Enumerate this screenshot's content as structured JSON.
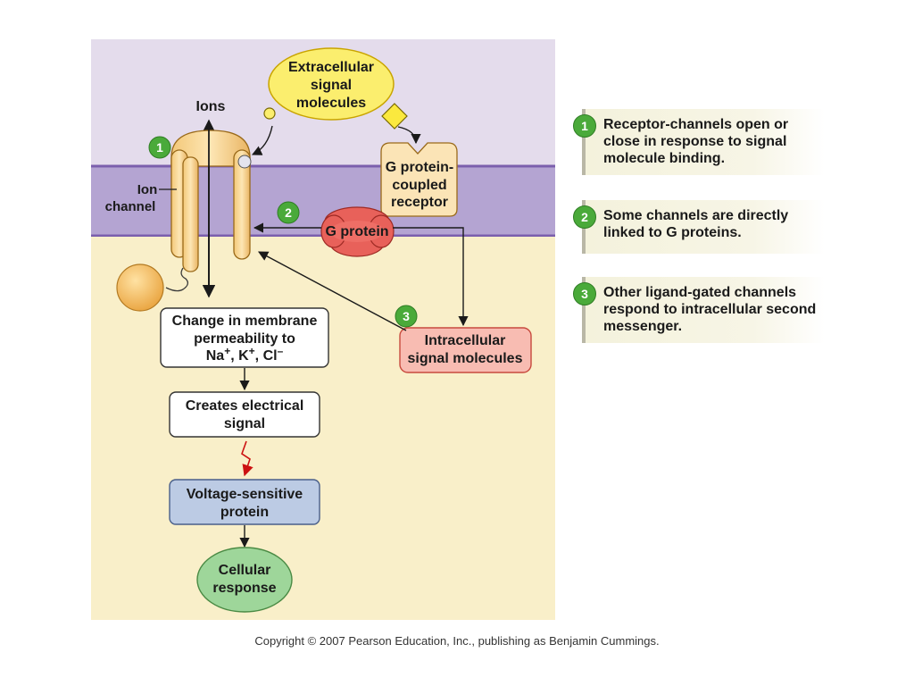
{
  "regions": {
    "extracellular_color": "#e4dcec",
    "membrane_color": "#b4a4d2",
    "intracellular_color": "#f9efc9"
  },
  "labels": {
    "extracellular": [
      "Extracellular",
      "signal",
      "molecules"
    ],
    "ions": "Ions",
    "ion_channel": [
      "Ion",
      "channel"
    ],
    "gpcr": [
      "G protein-",
      "coupled",
      "receptor"
    ],
    "g_protein": "G protein",
    "intracellular": [
      "Intracellular",
      "signal molecules"
    ],
    "permeability": {
      "line1": "Change in membrane",
      "line2": "permeability to",
      "ions": [
        {
          "symbol": "Na",
          "charge": "+"
        },
        {
          "symbol": "K",
          "charge": "+"
        },
        {
          "symbol": "Cl",
          "charge": "–"
        }
      ]
    },
    "electrical": [
      "Creates electrical",
      "signal"
    ],
    "voltage": [
      "Voltage-sensitive",
      "protein"
    ],
    "cellular": [
      "Cellular",
      "response"
    ]
  },
  "step_numbers": [
    "1",
    "2",
    "3"
  ],
  "legend": [
    {
      "number": "1",
      "text": "Receptor-channels open or close in response to signal molecule binding."
    },
    {
      "number": "2",
      "text": "Some channels are directly linked to G proteins."
    },
    {
      "number": "3",
      "text": "Other ligand-gated channels respond to intracellular second messenger."
    }
  ],
  "copyright": "Copyright © 2007 Pearson Education, Inc., publishing as Benjamin Cummings."
}
